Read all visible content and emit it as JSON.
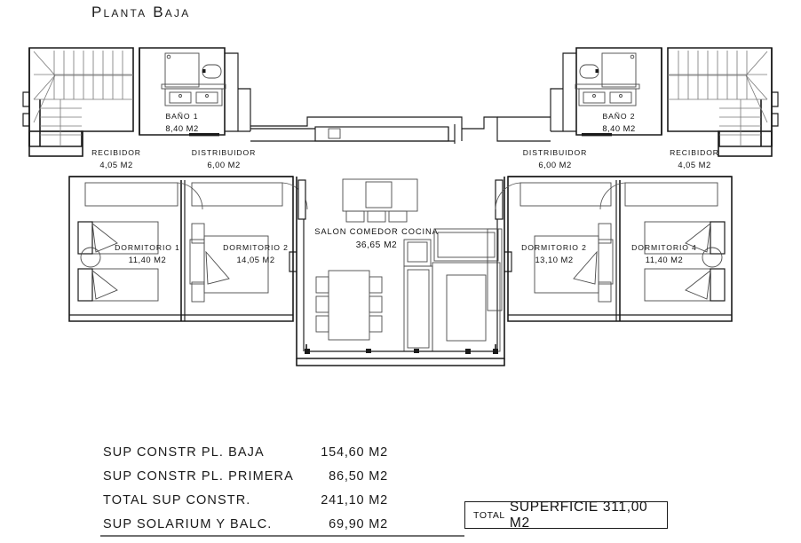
{
  "title": "Planta Baja",
  "rooms": [
    {
      "id": "recibidor-left",
      "name": "RECIBIDOR",
      "area": "4,05 M2"
    },
    {
      "id": "bano-1",
      "name": "BAÑO 1",
      "area": "8,40 M2"
    },
    {
      "id": "distribuidor-left",
      "name": "DISTRIBUIDOR",
      "area": "6,00 M2"
    },
    {
      "id": "dormitorio-1",
      "name": "DORMITORIO 1",
      "area": "11,40 M2"
    },
    {
      "id": "dormitorio-2-left",
      "name": "DORMITORIO 2",
      "area": "14,05 M2"
    },
    {
      "id": "salon",
      "name": "SALON COMEDOR COCINA",
      "area": "36,65 M2"
    },
    {
      "id": "dormitorio-2-right",
      "name": "DORMITORIO 2",
      "area": "13,10 M2"
    },
    {
      "id": "dormitorio-4",
      "name": "DORMITORIO 4",
      "area": "11,40 M2"
    },
    {
      "id": "bano-2",
      "name": "BAÑO 2",
      "area": "8,40 M2"
    },
    {
      "id": "distribuidor-right",
      "name": "DISTRIBUIDOR",
      "area": "6,00 M2"
    },
    {
      "id": "recibidor-right",
      "name": "RECIBIDOR",
      "area": "4,05 M2"
    }
  ],
  "summary": {
    "rows": [
      {
        "label": "SUP CONSTR PL. BAJA",
        "value": "154,60 M2"
      },
      {
        "label": "SUP CONSTR PL. PRIMERA",
        "value": "86,50 M2"
      },
      {
        "label": "TOTAL SUP CONSTR.",
        "value": "241,10 M2"
      },
      {
        "label": "SUP SOLARIUM Y BALC.",
        "value": "69,90 M2"
      }
    ]
  },
  "total_box": {
    "prefix": "TOTAL",
    "text": "SUPERFICIE 311,00 M2"
  },
  "colors": {
    "ink": "#1a1a1a",
    "furniture": "#4a4a4a",
    "light": "#777777",
    "background": "#ffffff"
  }
}
